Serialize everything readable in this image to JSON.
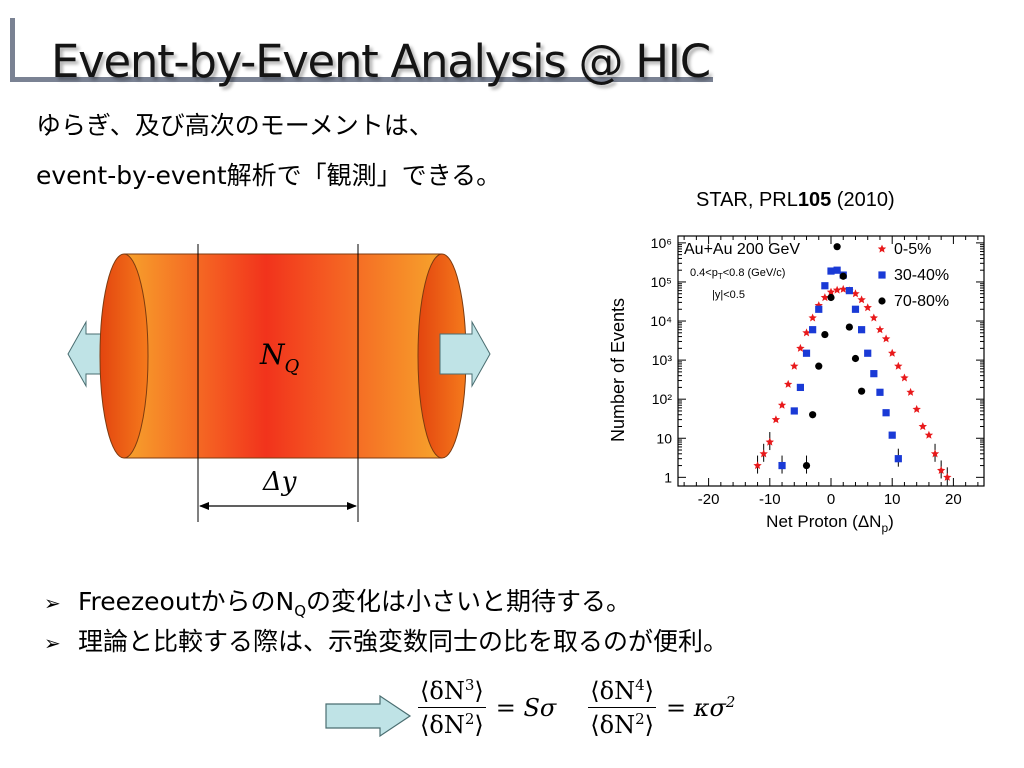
{
  "slide": {
    "title": "Event-by-Event Analysis @ HIC",
    "intro_line_1": "ゆらぎ、及び高次のモーメントは、",
    "intro_line_2": "event-by-event解析で「観測」できる。",
    "citation_prefix": "STAR, PRL",
    "citation_volume": "105",
    "citation_year": " (2010)"
  },
  "cylinder": {
    "label_nq": "N",
    "label_nq_sub": "Q",
    "label_dy": "Δy"
  },
  "bullets": {
    "marker": "➢",
    "b1_a": "Freezeoutからの",
    "b1_n": "N",
    "b1_sub": "Q",
    "b1_b": "の変化は小さいと期待する。",
    "b2": "理論と比較する際は、示強変数同士の比を取るのが便利。"
  },
  "formula": {
    "f1_num": "⟨δN",
    "f1_num_exp": "3",
    "f1_den": "⟨δN",
    "f1_den_exp": "2",
    "close": "⟩",
    "f1_rhs": "= Sσ",
    "f2_num": "⟨δN",
    "f2_num_exp": "4",
    "f2_den": "⟨δN",
    "f2_den_exp": "2",
    "f2_rhs": "= κσ",
    "f2_rhs_exp": "2"
  },
  "colors": {
    "series_0_5": "#e8191b",
    "series_30_40": "#1a3ad6",
    "series_70_80": "#000000",
    "cylinder_core": "#f2331c",
    "cylinder_edge": "#f79a2a",
    "arrow_fill": "#bfe3e6"
  },
  "chart_data": {
    "type": "scatter",
    "ylog": true,
    "xlabel": "Net Proton (ΔN",
    "xlabel_sub": "p",
    "xlabel_end": ")",
    "ylabel": "Number of Events",
    "xlim": [
      -25,
      25
    ],
    "ylim": [
      0.6,
      1500000
    ],
    "x_ticks": [
      -20,
      -10,
      0,
      10,
      20
    ],
    "y_ticks": [
      1,
      10,
      100,
      1000,
      10000,
      100000,
      1000000
    ],
    "y_tick_labels": [
      "1",
      "10",
      "10²",
      "10³",
      "10⁴",
      "10⁵",
      "10⁶"
    ],
    "annotations": {
      "system": "Au+Au 200 GeV",
      "pt_cut": "0.4<p",
      "pt_cut_sub": "T",
      "pt_cut_end": "<0.8 (GeV/c)",
      "y_cut": "|y|<0.5"
    },
    "series": [
      {
        "name": "0-5%",
        "marker": "star",
        "color": "#e8191b",
        "x": [
          -12,
          -11,
          -10,
          -9,
          -8,
          -7,
          -6,
          -5,
          -4,
          -3,
          -2,
          -1,
          0,
          1,
          2,
          3,
          4,
          5,
          6,
          7,
          8,
          9,
          10,
          11,
          12,
          13,
          14,
          15,
          16,
          17,
          18,
          19
        ],
        "y": [
          2,
          4,
          8,
          30,
          70,
          240,
          700,
          2000,
          5000,
          12000,
          25000,
          40000,
          55000,
          62000,
          65000,
          60000,
          50000,
          35000,
          22000,
          12000,
          6000,
          3500,
          1500,
          700,
          350,
          150,
          55,
          20,
          12,
          4,
          1.5,
          1
        ]
      },
      {
        "name": "30-40%",
        "marker": "square",
        "color": "#1a3ad6",
        "x": [
          -8,
          -6,
          -5,
          -4,
          -3,
          -2,
          -1,
          0,
          1,
          2,
          3,
          4,
          5,
          6,
          7,
          8,
          9,
          10,
          11
        ],
        "y": [
          2,
          50,
          200,
          1500,
          6000,
          20000,
          80000,
          190000,
          200000,
          150000,
          60000,
          20000,
          6000,
          1500,
          450,
          150,
          45,
          12,
          3
        ]
      },
      {
        "name": "70-80%",
        "marker": "circle",
        "color": "#000000",
        "x": [
          -4,
          -3,
          -2,
          -1,
          0,
          1,
          2,
          3,
          4,
          5
        ],
        "y": [
          2,
          40,
          700,
          4500,
          40000,
          800000,
          140000,
          7000,
          1100,
          160
        ]
      }
    ],
    "legend_position": "top-right"
  }
}
